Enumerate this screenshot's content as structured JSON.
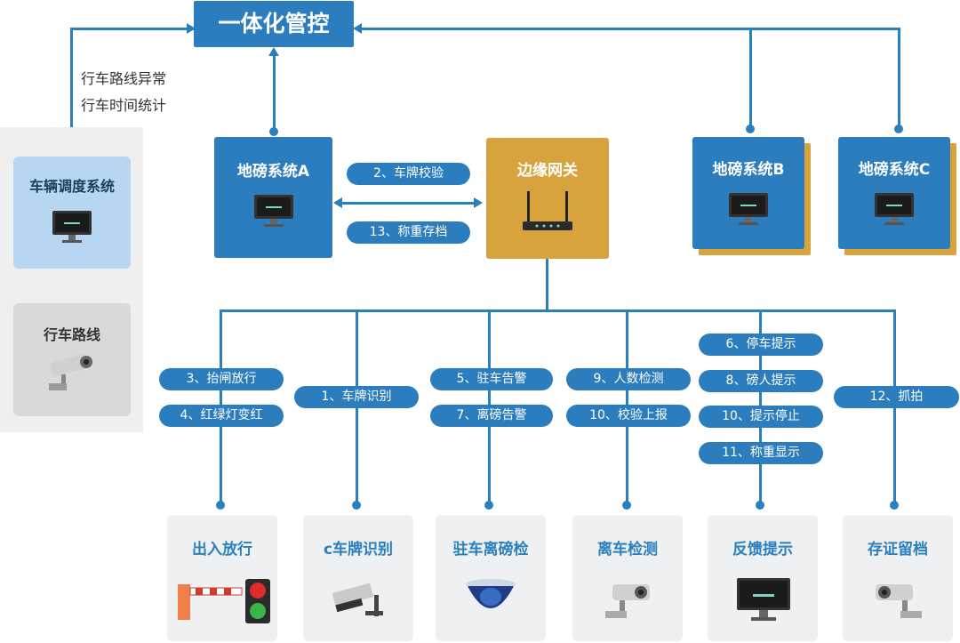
{
  "top": {
    "title": "一体化管控"
  },
  "annotations": [
    "行车路线异常",
    "行车时间统计"
  ],
  "left_panel": {
    "dispatch": "车辆调度系统",
    "route": "行车路线"
  },
  "nodes": {
    "scale_a": "地磅系统A",
    "gateway": "边缘网关",
    "scale_b": "地磅系统B",
    "scale_c": "地磅系统C"
  },
  "links": {
    "l2": "2、车牌校验",
    "l13": "13、称重存档"
  },
  "pills": {
    "p3": "3、抬闸放行",
    "p4": "4、红绿灯变红",
    "p1": "1、车牌识别",
    "p5": "5、驻车告警",
    "p7": "7、离磅告警",
    "p9": "9、人数检测",
    "p10a": "10、校验上报",
    "p6": "6、停车提示",
    "p8": "8、磅人提示",
    "p10b": "10、提示停止",
    "p11": "11、称重显示",
    "p12": "12、抓拍"
  },
  "cards": [
    "出入放行",
    "c车牌识别",
    "驻车离磅检",
    "离车检测",
    "反馈提示",
    "存证留档"
  ],
  "colors": {
    "blue": "#2c7dbd",
    "gold": "#d8a33c",
    "light_blue": "#b7d6f1",
    "gray": "#d8d9db"
  }
}
